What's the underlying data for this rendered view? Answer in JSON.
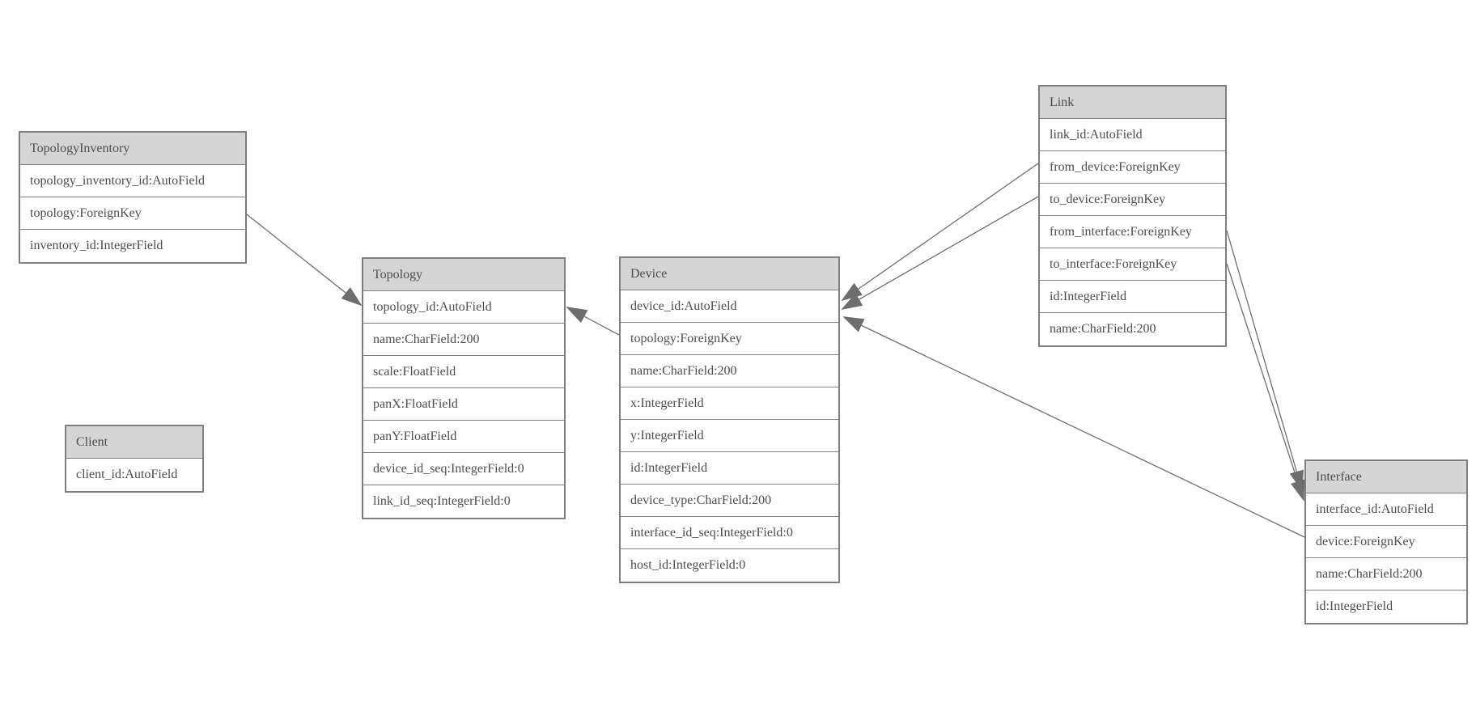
{
  "diagram": {
    "type": "entity-relationship-model",
    "colors": {
      "border": "#7f7f7f",
      "header_fill": "#d5d5d5",
      "row_fill": "#ffffff",
      "text": "#4d4d4d",
      "edge": "#6e6e6e",
      "canvas": "#ffffff"
    },
    "entities": [
      {
        "name": "TopologyInventory",
        "fields": [
          "topology_inventory_id:AutoField",
          "topology:ForeignKey",
          "inventory_id:IntegerField"
        ]
      },
      {
        "name": "Topology",
        "fields": [
          "topology_id:AutoField",
          "name:CharField:200",
          "scale:FloatField",
          "panX:FloatField",
          "panY:FloatField",
          "device_id_seq:IntegerField:0",
          "link_id_seq:IntegerField:0"
        ]
      },
      {
        "name": "Client",
        "fields": [
          "client_id:AutoField"
        ]
      },
      {
        "name": "Device",
        "fields": [
          "device_id:AutoField",
          "topology:ForeignKey",
          "name:CharField:200",
          "x:IntegerField",
          "y:IntegerField",
          "id:IntegerField",
          "device_type:CharField:200",
          "interface_id_seq:IntegerField:0",
          "host_id:IntegerField:0"
        ]
      },
      {
        "name": "Link",
        "fields": [
          "link_id:AutoField",
          "from_device:ForeignKey",
          "to_device:ForeignKey",
          "from_interface:ForeignKey",
          "to_interface:ForeignKey",
          "id:IntegerField",
          "name:CharField:200"
        ]
      },
      {
        "name": "Interface",
        "fields": [
          "interface_id:AutoField",
          "device:ForeignKey",
          "name:CharField:200",
          "id:IntegerField"
        ]
      }
    ],
    "relationships": [
      {
        "from": "TopologyInventory.topology",
        "to": "Topology"
      },
      {
        "from": "Device.topology",
        "to": "Topology"
      },
      {
        "from": "Link.from_device",
        "to": "Device"
      },
      {
        "from": "Link.to_device",
        "to": "Device"
      },
      {
        "from": "Link.from_interface",
        "to": "Interface"
      },
      {
        "from": "Link.to_interface",
        "to": "Interface"
      },
      {
        "from": "Interface.device",
        "to": "Device"
      }
    ]
  }
}
